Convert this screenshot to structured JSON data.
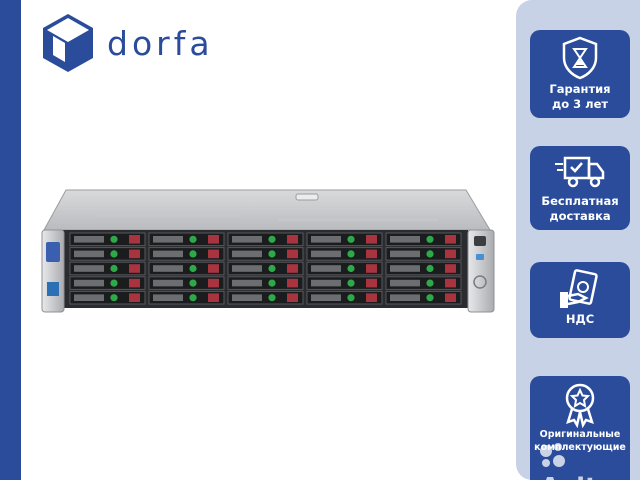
{
  "brand": {
    "name": "dorfa"
  },
  "badges": [
    {
      "icon": "shield-hourglass-icon",
      "text": "Гарантия\nдо 3 лет"
    },
    {
      "icon": "delivery-truck-icon",
      "text": "Бесплатная\nдоставка"
    },
    {
      "icon": "money-hand-icon",
      "text": "НДС"
    },
    {
      "icon": "award-medal-icon",
      "text": "Оригинальные\nкомплектующие"
    }
  ],
  "watermark": {
    "text": "Avito"
  },
  "colors": {
    "brand_blue": "#2a4c9b",
    "panel_bg": "#c8d2e6",
    "drive_red": "#a8343f",
    "led_green": "#2fa84a"
  },
  "server": {
    "bays": 25,
    "icon": "rack-server-image"
  }
}
